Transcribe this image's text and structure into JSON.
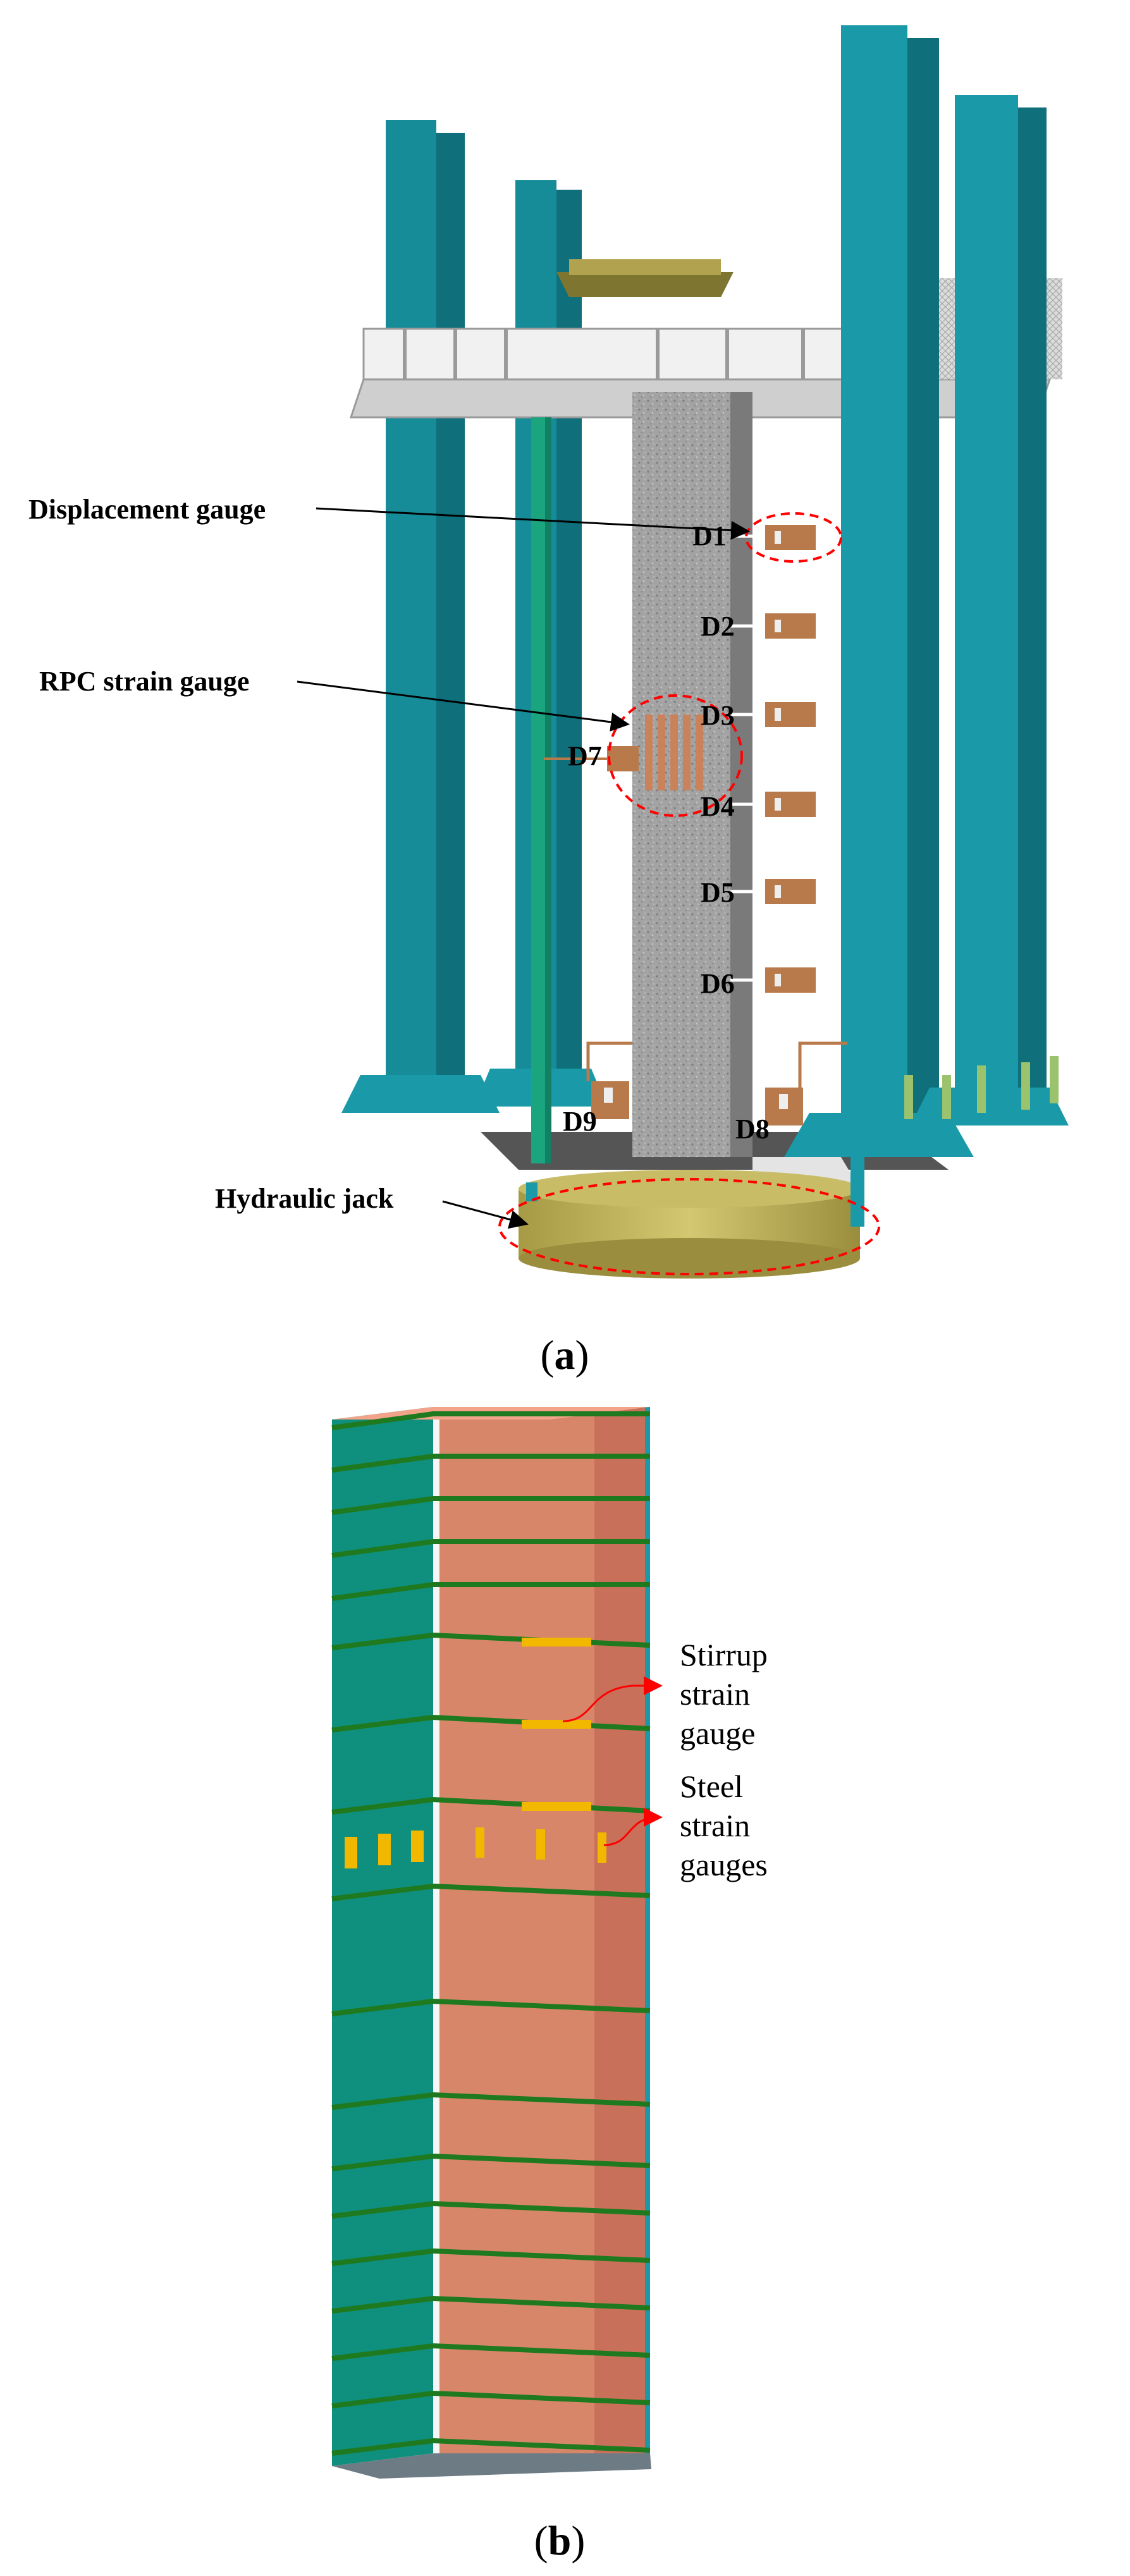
{
  "panel_a": {
    "labels": {
      "displacement_gauge": "Displacement gauge",
      "rpc_strain_gauge": "RPC strain gauge",
      "hydraulic_jack": "Hydraulic jack"
    },
    "gauges": [
      "D1",
      "D2",
      "D3",
      "D4",
      "D5",
      "D6",
      "D7",
      "D8",
      "D9"
    ],
    "caption": {
      "open": "(",
      "letter": "a",
      "close": ")"
    }
  },
  "panel_b": {
    "labels": {
      "stirrup": [
        "Stirrup",
        "strain",
        "gauge"
      ],
      "steel": [
        "Steel",
        "strain",
        "gauges"
      ]
    },
    "caption": {
      "open": "(",
      "letter": "b",
      "close": ")"
    }
  },
  "colors": {
    "teal_column": "#1a9aa8",
    "teal_dark": "#127784",
    "concrete": "#9a9a9a",
    "beam": "#f1f1f1",
    "gauge_box": "#b87a4b",
    "jack": "#b0a24e",
    "marker": "#ff0000",
    "rebar_face": "#d8866a",
    "rebar_face_dark": "#c9705a",
    "stirrup": "#1f7a1f",
    "strain_gauge": "#f2b800",
    "side_face": "#0f8f7e"
  }
}
